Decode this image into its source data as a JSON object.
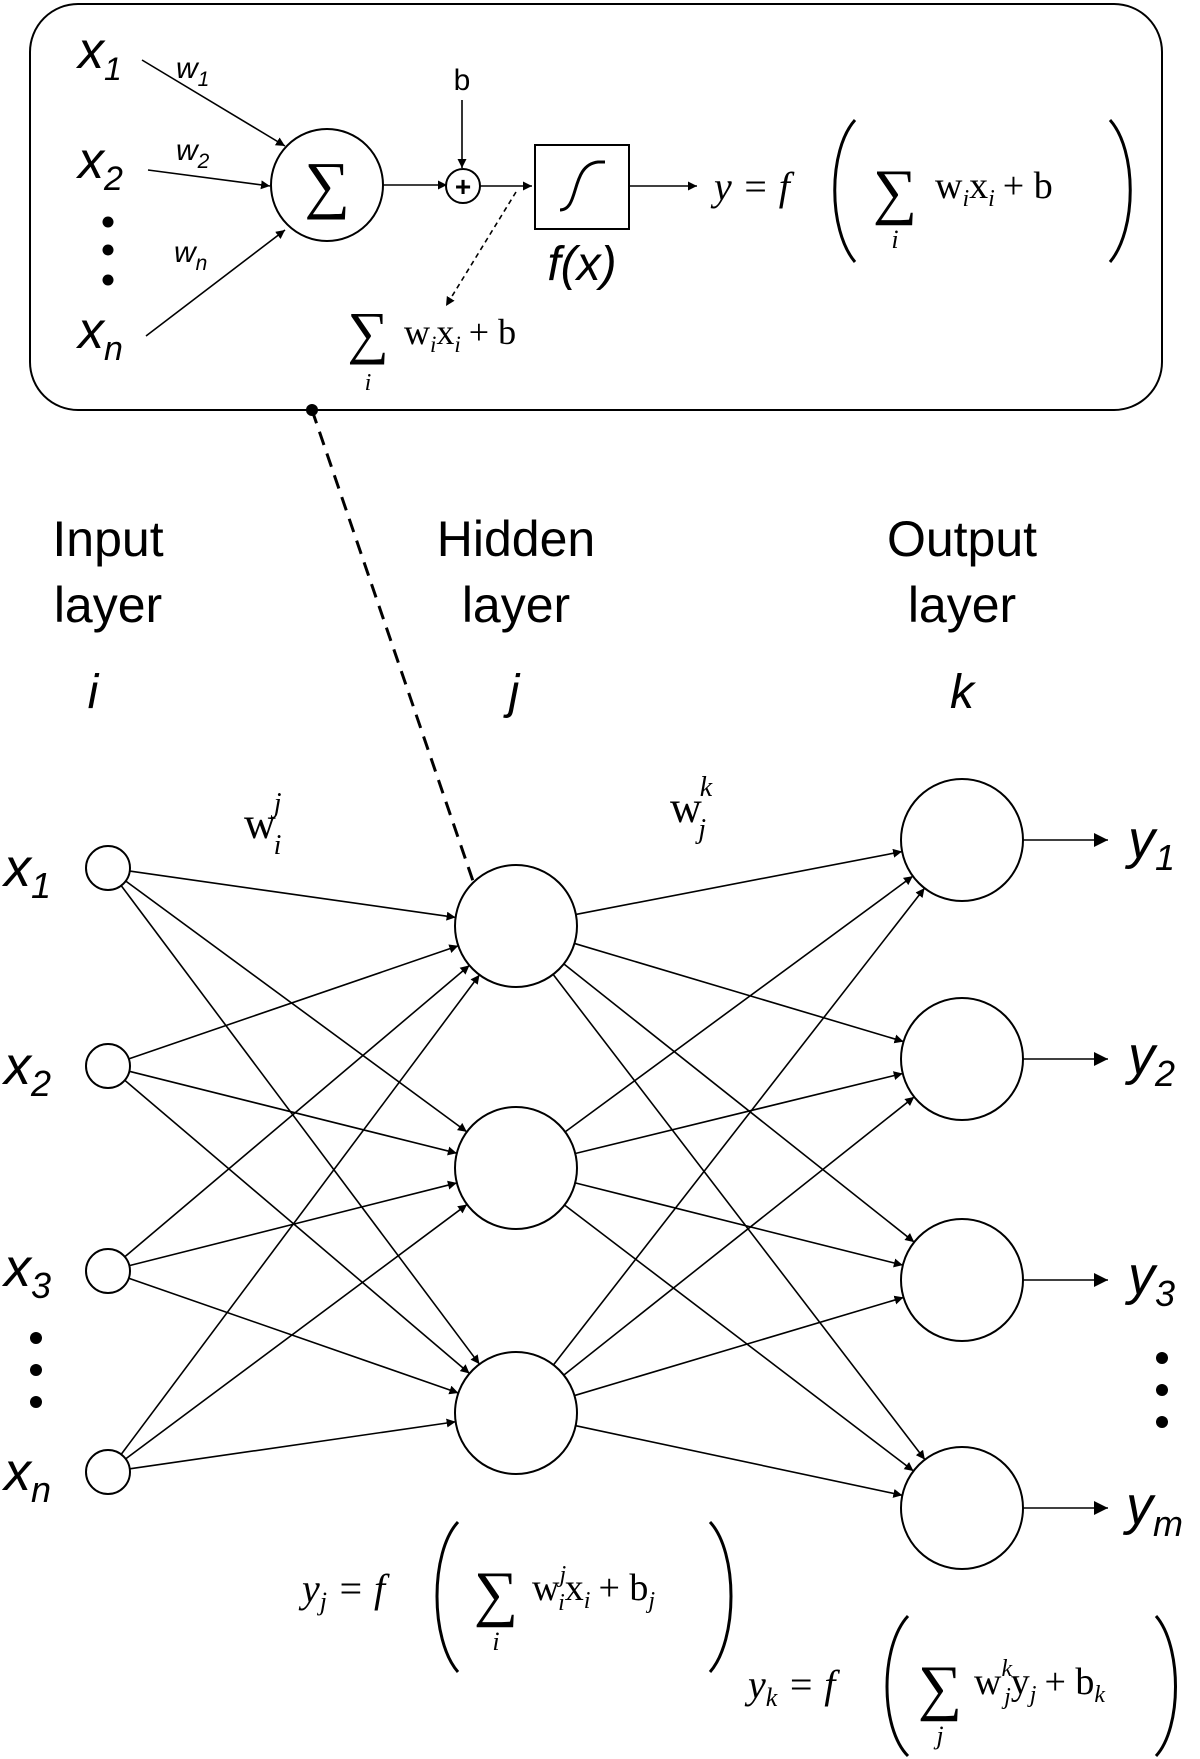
{
  "neuron": {
    "inputs": [
      {
        "name": "x",
        "sub": "1",
        "weight": "w",
        "weight_sub": "1"
      },
      {
        "name": "x",
        "sub": "2",
        "weight": "w",
        "weight_sub": "2"
      },
      {
        "name": "x",
        "sub": "n",
        "weight": "w",
        "weight_sub": "n"
      }
    ],
    "bias": "b",
    "sum_symbol": "∑",
    "add_symbol": "+",
    "activation_symbol": "∫",
    "activation_label": "f(x)",
    "output_formula": {
      "lhs": "y = f",
      "sum": "∑",
      "index": "i",
      "terms": "w",
      "tsub": "i",
      "x": "x",
      "xsub": "i",
      "bias": "+ b"
    },
    "partial_formula": {
      "sum": "∑",
      "index": "i",
      "terms": "w",
      "tsub": "i",
      "x": "x",
      "xsub": "i",
      "bias": "+ b"
    }
  },
  "layers": {
    "input": {
      "line1": "Input",
      "line2": "layer",
      "index": "i"
    },
    "hidden": {
      "line1": "Hidden",
      "line2": "layer",
      "index": "j"
    },
    "output": {
      "line1": "Output",
      "line2": "layer",
      "index": "k"
    }
  },
  "weights": {
    "ij": {
      "w": "w",
      "sup": "j",
      "sub": "i"
    },
    "jk": {
      "w": "w",
      "sup": "k",
      "sub": "j"
    }
  },
  "network": {
    "inputs": [
      {
        "name": "x",
        "sub": "1"
      },
      {
        "name": "x",
        "sub": "2"
      },
      {
        "name": "x",
        "sub": "3"
      },
      {
        "name": "x",
        "sub": "n"
      }
    ],
    "outputs": [
      {
        "name": "y",
        "sub": "1"
      },
      {
        "name": "y",
        "sub": "2"
      },
      {
        "name": "y",
        "sub": "3"
      },
      {
        "name": "y",
        "sub": "m"
      }
    ]
  },
  "formulas": {
    "hidden": {
      "lhs": "y",
      "lhs_sub": "j",
      "eq": "= f",
      "sum": "∑",
      "index": "i",
      "w": "w",
      "wsup": "j",
      "wsub": "i",
      "x": "x",
      "xsub": "i",
      "bias": "+ b",
      "bias_sub": "j"
    },
    "output": {
      "lhs": "y",
      "lhs_sub": "k",
      "eq": "= f",
      "sum": "∑",
      "index": "j",
      "w": "w",
      "wsup": "k",
      "wsub": "j",
      "x": "y",
      "xsub": "j",
      "bias": "+ b",
      "bias_sub": "k"
    }
  }
}
